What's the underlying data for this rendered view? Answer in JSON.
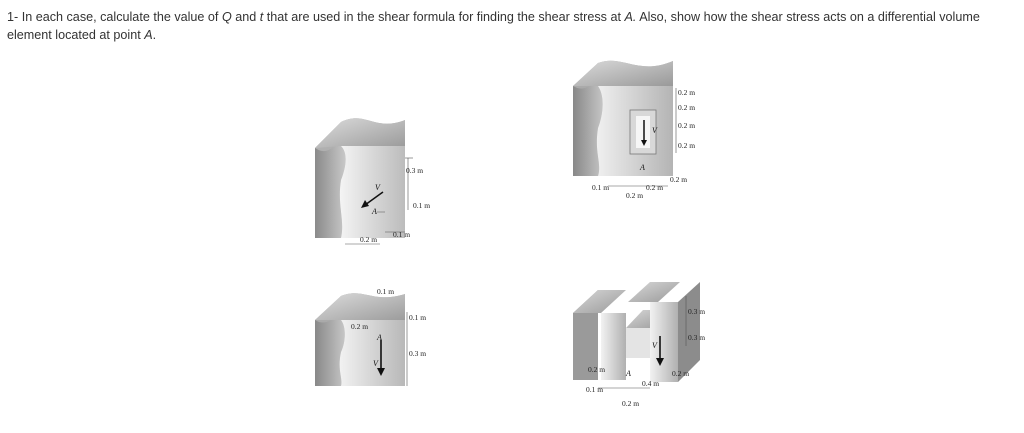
{
  "question": {
    "number": "1-",
    "text_before_Q": "In each case, calculate the value of",
    "Q": "Q",
    "and": "and",
    "t": "t",
    "text_mid": "that are used in the shear formula for finding the shear stress at",
    "A": "A.",
    "text_after": "Also, show how the shear stress acts on a differential volume element located at point",
    "A_end": "A",
    "end": "."
  },
  "figures": {
    "fig1": {
      "dims": [
        "0.3 m",
        "0.1 m",
        "0.1 m",
        "0.2 m"
      ],
      "point": "A",
      "force": "V"
    },
    "fig2": {
      "dims": [
        "0.2 m",
        "0.2 m",
        "0.2 m",
        "0.2 m",
        "0.2 m",
        "0.2 m",
        "0.2 m",
        "0.1 m"
      ],
      "point": "A",
      "force": "V"
    },
    "fig3": {
      "dims": [
        "0.1 m",
        "0.2 m",
        "0.1 m",
        "0.3 m"
      ],
      "point": "A",
      "force": "V"
    },
    "fig4": {
      "dims": [
        "0.3 m",
        "0.3 m",
        "0.2 m",
        "0.4 m",
        "0.2 m",
        "0.1 m",
        "0.2 m"
      ],
      "point": "A",
      "force": "V"
    }
  }
}
